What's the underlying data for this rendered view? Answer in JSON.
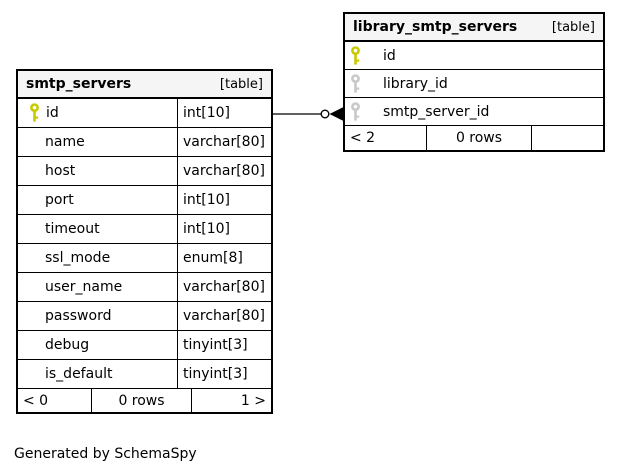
{
  "credit": "Generated by SchemaSpy",
  "colors": {
    "background": "#ffffff",
    "border": "#000000",
    "header_bg": "#f5f5f5",
    "primary_key": "#c9c900",
    "foreign_key": "#c8c8c8",
    "connector": "#000000"
  },
  "tables": [
    {
      "title": "smtp_servers",
      "badge": "[table]",
      "columns": [
        {
          "name": "id",
          "type": "int[10]",
          "key": "primary"
        },
        {
          "name": "name",
          "type": "varchar[80]",
          "key": "none"
        },
        {
          "name": "host",
          "type": "varchar[80]",
          "key": "none"
        },
        {
          "name": "port",
          "type": "int[10]",
          "key": "none"
        },
        {
          "name": "timeout",
          "type": "int[10]",
          "key": "none"
        },
        {
          "name": "ssl_mode",
          "type": "enum[8]",
          "key": "none"
        },
        {
          "name": "user_name",
          "type": "varchar[80]",
          "key": "none"
        },
        {
          "name": "password",
          "type": "varchar[80]",
          "key": "none"
        },
        {
          "name": "debug",
          "type": "tinyint[3]",
          "key": "none"
        },
        {
          "name": "is_default",
          "type": "tinyint[3]",
          "key": "none"
        }
      ],
      "footer": {
        "left": "< 0",
        "center": "0 rows",
        "right": "1 >"
      }
    },
    {
      "title": "library_smtp_servers",
      "badge": "[table]",
      "columns": [
        {
          "name": "id",
          "key": "primary"
        },
        {
          "name": "library_id",
          "key": "foreign"
        },
        {
          "name": "smtp_server_id",
          "key": "foreign"
        }
      ],
      "footer": {
        "left": "< 2",
        "center": "0 rows",
        "right": ""
      }
    }
  ],
  "relationship": {
    "from": "smtp_servers.id",
    "to": "library_smtp_servers.smtp_server_id",
    "cardinality": "zero-or-many"
  }
}
